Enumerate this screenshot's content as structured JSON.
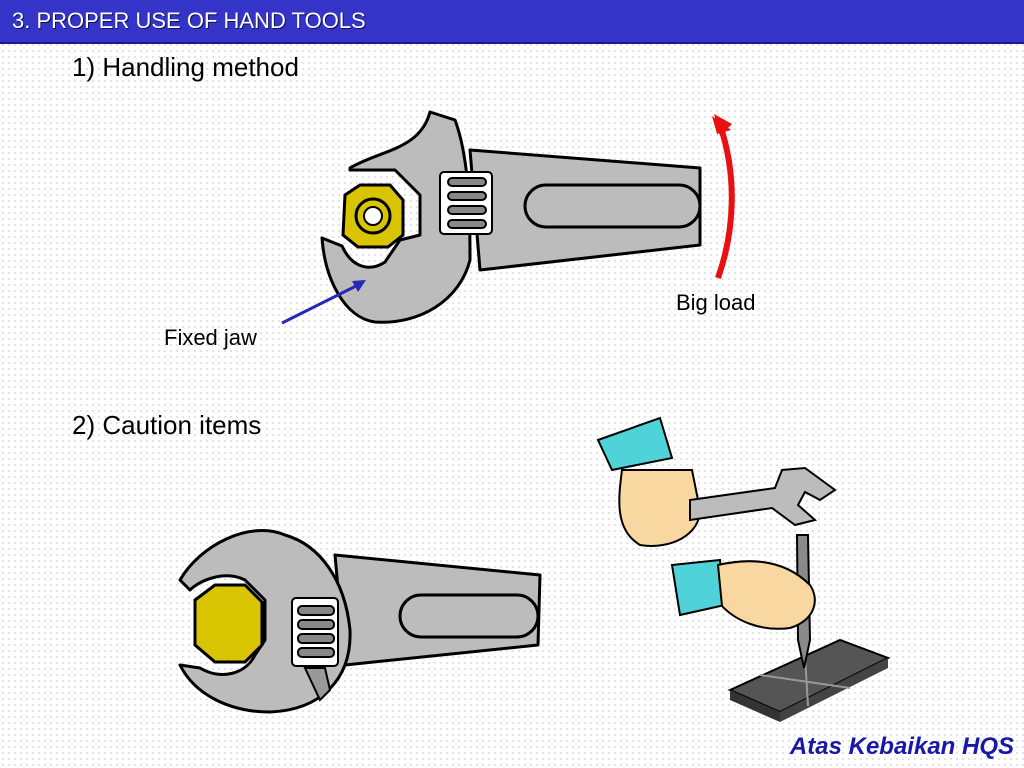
{
  "slide": {
    "title": "3. PROPER USE OF HAND TOOLS",
    "section1_heading": "1) Handling method",
    "section2_heading": "2) Caution items",
    "fixed_jaw_label": "Fixed jaw",
    "big_load_label": "Big load",
    "footer": "Atas Kebaikan HQS"
  },
  "colors": {
    "title_bar": "#3434c8",
    "wrench": "#bcbcbc",
    "nut": "#d8c400",
    "arrow_red": "#e81010",
    "arrow_blue": "#2828b8",
    "sleeve": "#4fd3d8",
    "skin": "#f8d8a0",
    "plate": "#555555",
    "footer_text": "#1818a8"
  }
}
